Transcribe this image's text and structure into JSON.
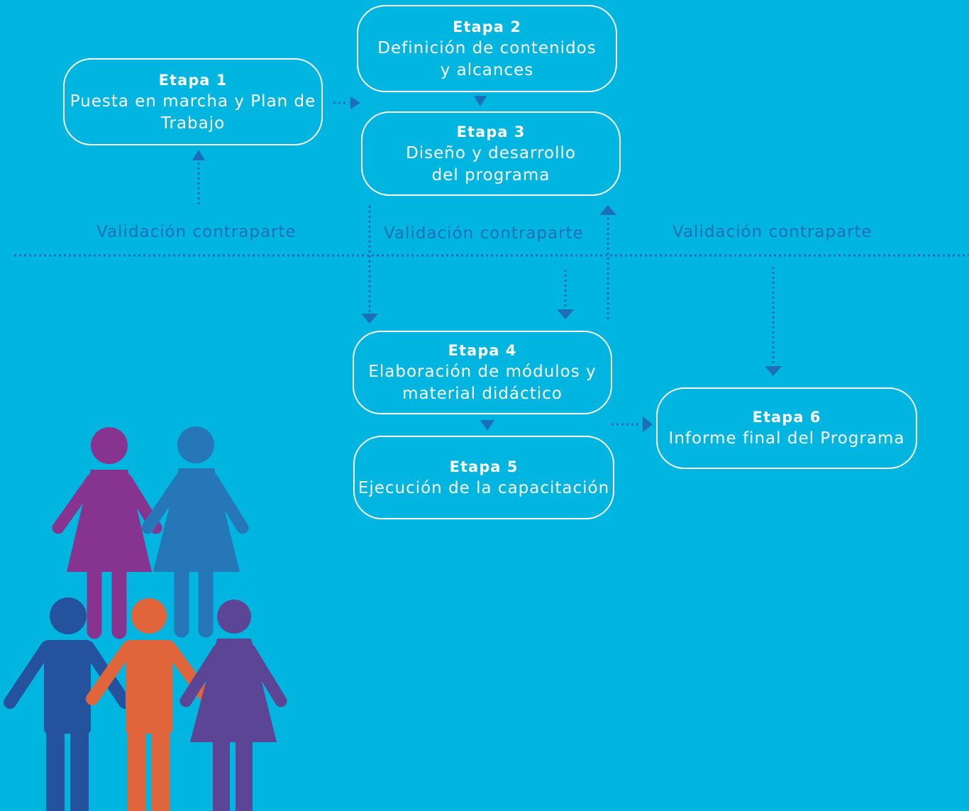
{
  "stages": [
    {
      "title": "Etapa 1",
      "line1": "Puesta en marcha y Plan de",
      "line2": "Trabajo"
    },
    {
      "title": "Etapa 2",
      "line1": "Definición de contenidos",
      "line2": "y alcances"
    },
    {
      "title": "Etapa 3",
      "line1": "Diseño y desarrollo",
      "line2": "del programa"
    },
    {
      "title": "Etapa 4",
      "line1": "Elaboración de módulos y",
      "line2": "material didáctico"
    },
    {
      "title": "Etapa 5",
      "line1": "Ejecución de la capacitación",
      "line2": ""
    },
    {
      "title": "Etapa 6",
      "line1": "Informe final del Programa",
      "line2": ""
    }
  ],
  "validation_labels": [
    "Validación contraparte",
    "Validación contraparte",
    "Validación contraparte"
  ],
  "colors": {
    "background": "#00b6e0",
    "box_border": "#ffffff",
    "connector": "#1c6fb6",
    "person_purple": "#86348f",
    "person_blue": "#2677b8",
    "person_navy": "#24529c",
    "person_orange": "#e0653a",
    "person_violet": "#5d4596"
  },
  "illustration": "people-group-icon"
}
